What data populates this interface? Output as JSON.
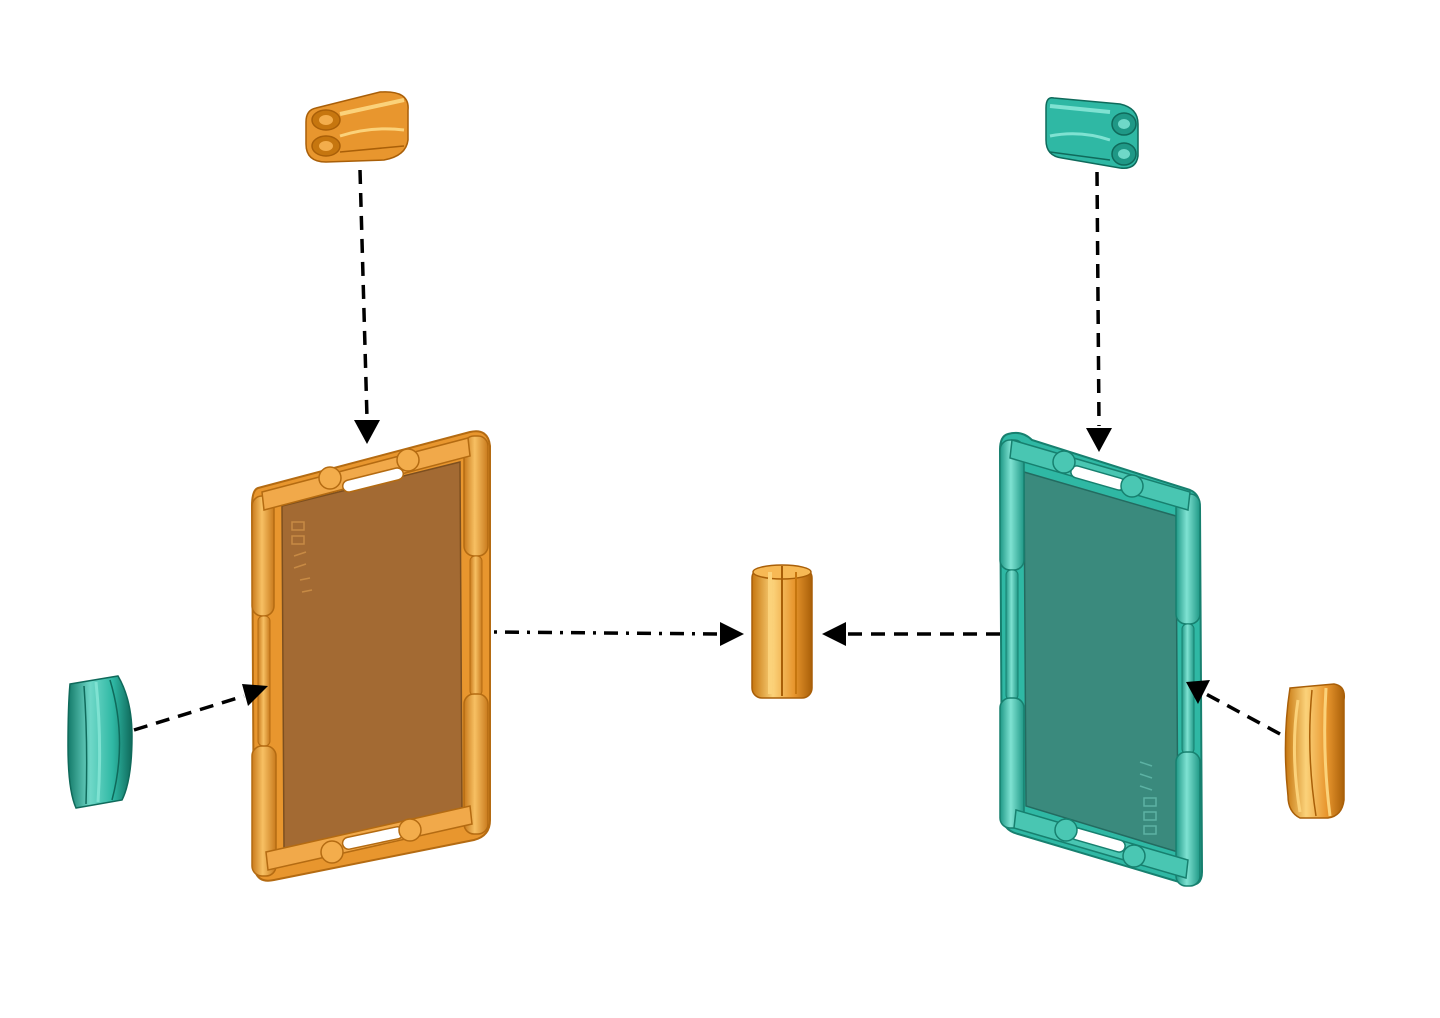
{
  "colors": {
    "background": "#ffffff",
    "orange_body": "#e8962e",
    "orange_light": "#f7b955",
    "orange_dark": "#b46b12",
    "orange_panel": "#a36a33",
    "teal_body": "#2fb8a4",
    "teal_light": "#6fd8c8",
    "teal_dark": "#17806f",
    "teal_panel": "#3a8a7d",
    "arrow": "#000000"
  },
  "parts": [
    {
      "name": "orange-frame-panel",
      "color": "orange",
      "kind": "frame"
    },
    {
      "name": "teal-frame-panel",
      "color": "teal",
      "kind": "frame"
    },
    {
      "name": "orange-double-clip-top",
      "color": "orange",
      "kind": "double-clip"
    },
    {
      "name": "teal-double-clip-top",
      "color": "teal",
      "kind": "double-clip"
    },
    {
      "name": "orange-center-connector",
      "color": "orange",
      "kind": "tube-connector"
    },
    {
      "name": "teal-side-clip",
      "color": "teal",
      "kind": "side-clip"
    },
    {
      "name": "orange-side-clip",
      "color": "orange",
      "kind": "side-clip"
    }
  ],
  "connections": [
    {
      "from": "orange-double-clip-top",
      "to": "orange-frame-panel",
      "style": "dashed-arrow"
    },
    {
      "from": "teal-double-clip-top",
      "to": "teal-frame-panel",
      "style": "dashed-arrow"
    },
    {
      "from": "teal-side-clip",
      "to": "orange-frame-panel",
      "style": "dashed-arrow"
    },
    {
      "from": "orange-side-clip",
      "to": "teal-frame-panel",
      "style": "dashed-arrow"
    },
    {
      "from": "orange-frame-panel",
      "to": "orange-center-connector",
      "style": "dash-dot-arrow"
    },
    {
      "from": "teal-frame-panel",
      "to": "orange-center-connector",
      "style": "dashed-arrow"
    }
  ]
}
